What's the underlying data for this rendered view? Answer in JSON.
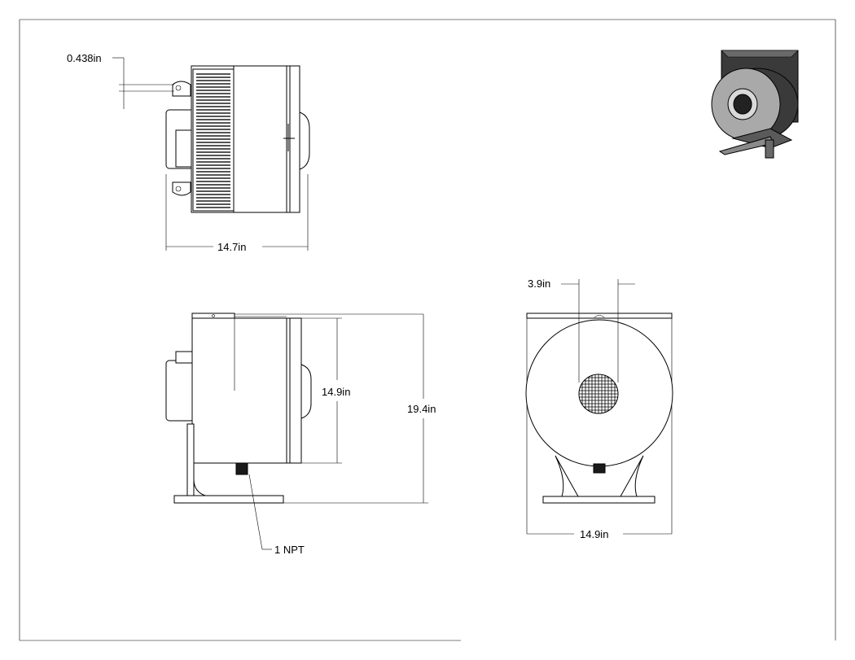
{
  "dimensions": {
    "flange_thickness": "0.438in",
    "top_view_length": "14.7in",
    "inlet_diameter": "3.9in",
    "housing_height": "14.9in",
    "overall_height": "19.4in",
    "front_width": "14.9in",
    "outlet_thread": "1 NPT"
  },
  "colors": {
    "line": "#000000",
    "render_dark": "#3a3a3a",
    "render_mid": "#a9a9a9",
    "render_light": "#d9d9d9"
  }
}
